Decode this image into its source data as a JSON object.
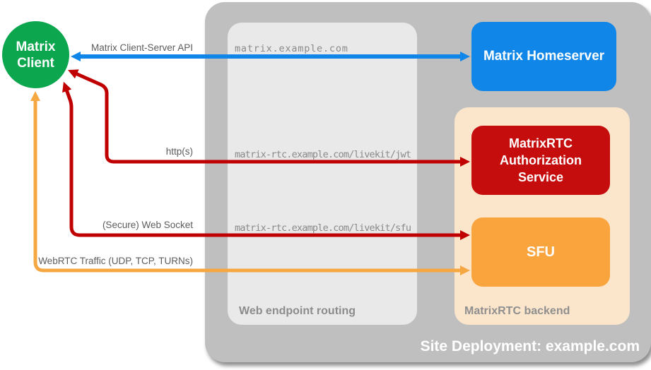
{
  "colors": {
    "client_green": "#0CA64F",
    "homeserver_blue": "#1086E8",
    "auth_red": "#C50D0D",
    "sfu_orange": "#F9A43C",
    "arrow_red": "#C00000",
    "arrow_orange": "#F5A742",
    "backend_peach": "#FBE5CB",
    "outer_gray": "#BFBFBF",
    "routing_gray": "#E9E9E9"
  },
  "nodes": {
    "client": {
      "label": "Matrix\nClient"
    },
    "homeserver": {
      "label": "Matrix Homeserver"
    },
    "auth_service": {
      "label": "MatrixRTC\nAuthorization\nService"
    },
    "sfu": {
      "label": "SFU"
    }
  },
  "containers": {
    "site": {
      "label": "Site Deployment: example.com"
    },
    "routing": {
      "label": "Web endpoint routing"
    },
    "backend": {
      "label": "MatrixRTC backend"
    }
  },
  "endpoints": [
    "matrix.example.com",
    "matrix-rtc.example.com/livekit/jwt",
    "matrix-rtc.example.com/livekit/sfu"
  ],
  "arrows": [
    {
      "label": "Matrix Client-Server API",
      "color": "#1086E8",
      "bidirectional": true
    },
    {
      "label": "http(s)",
      "color": "#C00000",
      "bidirectional": true
    },
    {
      "label": "(Secure) Web Socket",
      "color": "#C00000",
      "bidirectional": true
    },
    {
      "label": "WebRTC Traffic (UDP, TCP, TURNs)",
      "color": "#F5A742",
      "bidirectional": true
    }
  ]
}
